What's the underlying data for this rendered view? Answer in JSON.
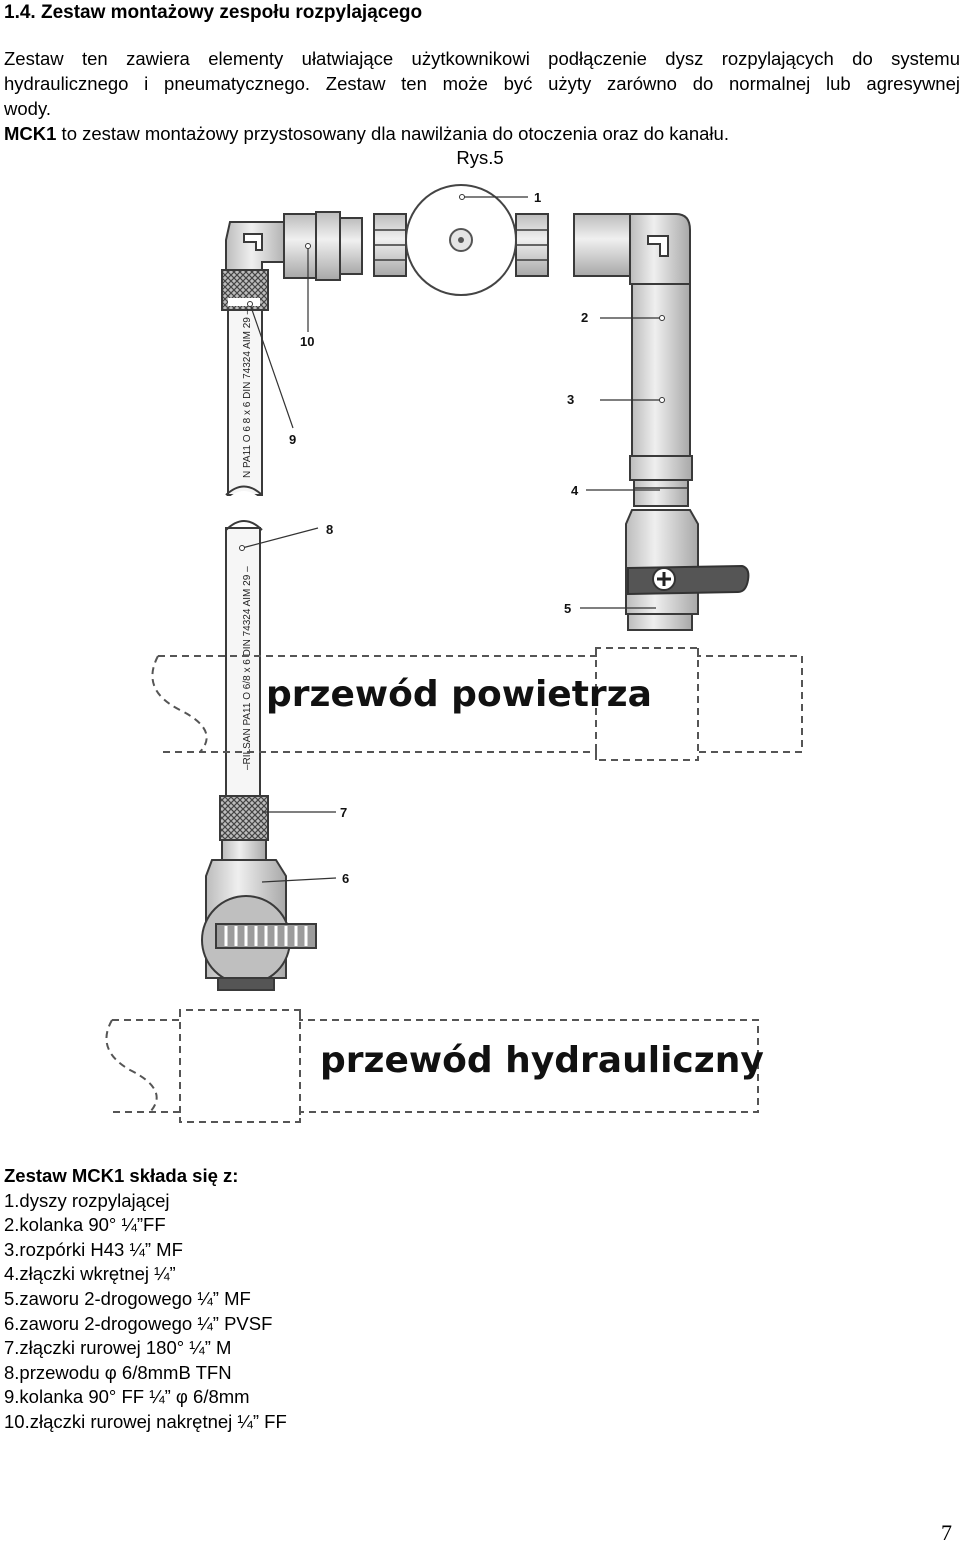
{
  "heading": "1.4. Zestaw montażowy zespołu rozpylającego",
  "intro": {
    "line1": "Zestaw ten zawiera elementy ułatwiające użytkownikowi podłączenie dysz rozpylających do systemu",
    "line2": "hydraulicznego  i pneumatycznego. Zestaw ten może być użyty zarówno do normalnej lub agresywnej",
    "line3": "wody.",
    "line4_bold": "MCK1",
    "line4_rest": "  to zestaw montażowy przystosowany dla nawilżania do otoczenia oraz do kanału."
  },
  "figure": {
    "caption": "Rys.5",
    "air_pipe_label": "przewód powietrza",
    "water_pipe_label": "przewód hydrauliczny",
    "hose_print_upper": "N PA11  O 6 8 x 6 DIN 74324 AIM 29 –",
    "hose_print_lower": "–RILSAN PA11  O 6/8 x 6 DIN 74324 AIM 29 –",
    "callouts": [
      "1",
      "2",
      "3",
      "4",
      "5",
      "6",
      "7",
      "8",
      "9",
      "10"
    ]
  },
  "parts": {
    "title": "Zestaw MCK1 składa się z:",
    "items": [
      "1.dyszy rozpylającej",
      "2.kolanka 90° ¼”FF",
      "3.rozpórki H43  ¼” MF",
      "4.złączki wkrętnej ¼”",
      "5.zaworu 2-drogowego ¼” MF",
      "6.zaworu 2-drogowego ¼” PVSF",
      "7.złączki rurowej 180°  ¼” M",
      "8.przewodu φ 6/8mmB TFN",
      "9.kolanka 90° FF ¼” φ 6/8mm",
      "10.złączki rurowej nakrętnej ¼” FF"
    ]
  },
  "page_number": "7",
  "colors": {
    "metal": "#d6d6d6",
    "metal_dark": "#9a9a9a",
    "outline": "#3a3a3a",
    "dashed": "#555555"
  }
}
